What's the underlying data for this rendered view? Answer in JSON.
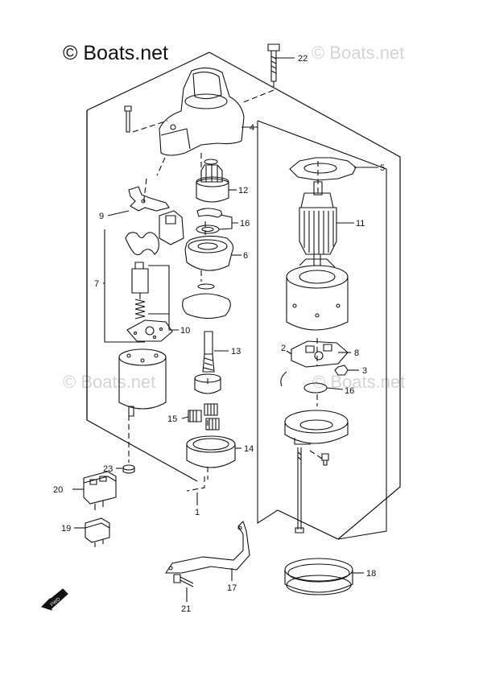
{
  "watermarks": {
    "main": "© Boats.net",
    "faint": [
      "© Boats.net",
      "© Boats.net",
      "© Boats.net"
    ]
  },
  "callouts": [
    "22",
    "4",
    "5",
    "12",
    "9",
    "16",
    "11",
    "6",
    "7",
    "10",
    "13",
    "2",
    "8",
    "3",
    "16",
    "15",
    "14",
    "23",
    "20",
    "1",
    "19",
    "18",
    "17",
    "21"
  ],
  "fwd_label": "FWD",
  "colors": {
    "line": "#111111",
    "watermark_faint": "#d4d4d4"
  }
}
